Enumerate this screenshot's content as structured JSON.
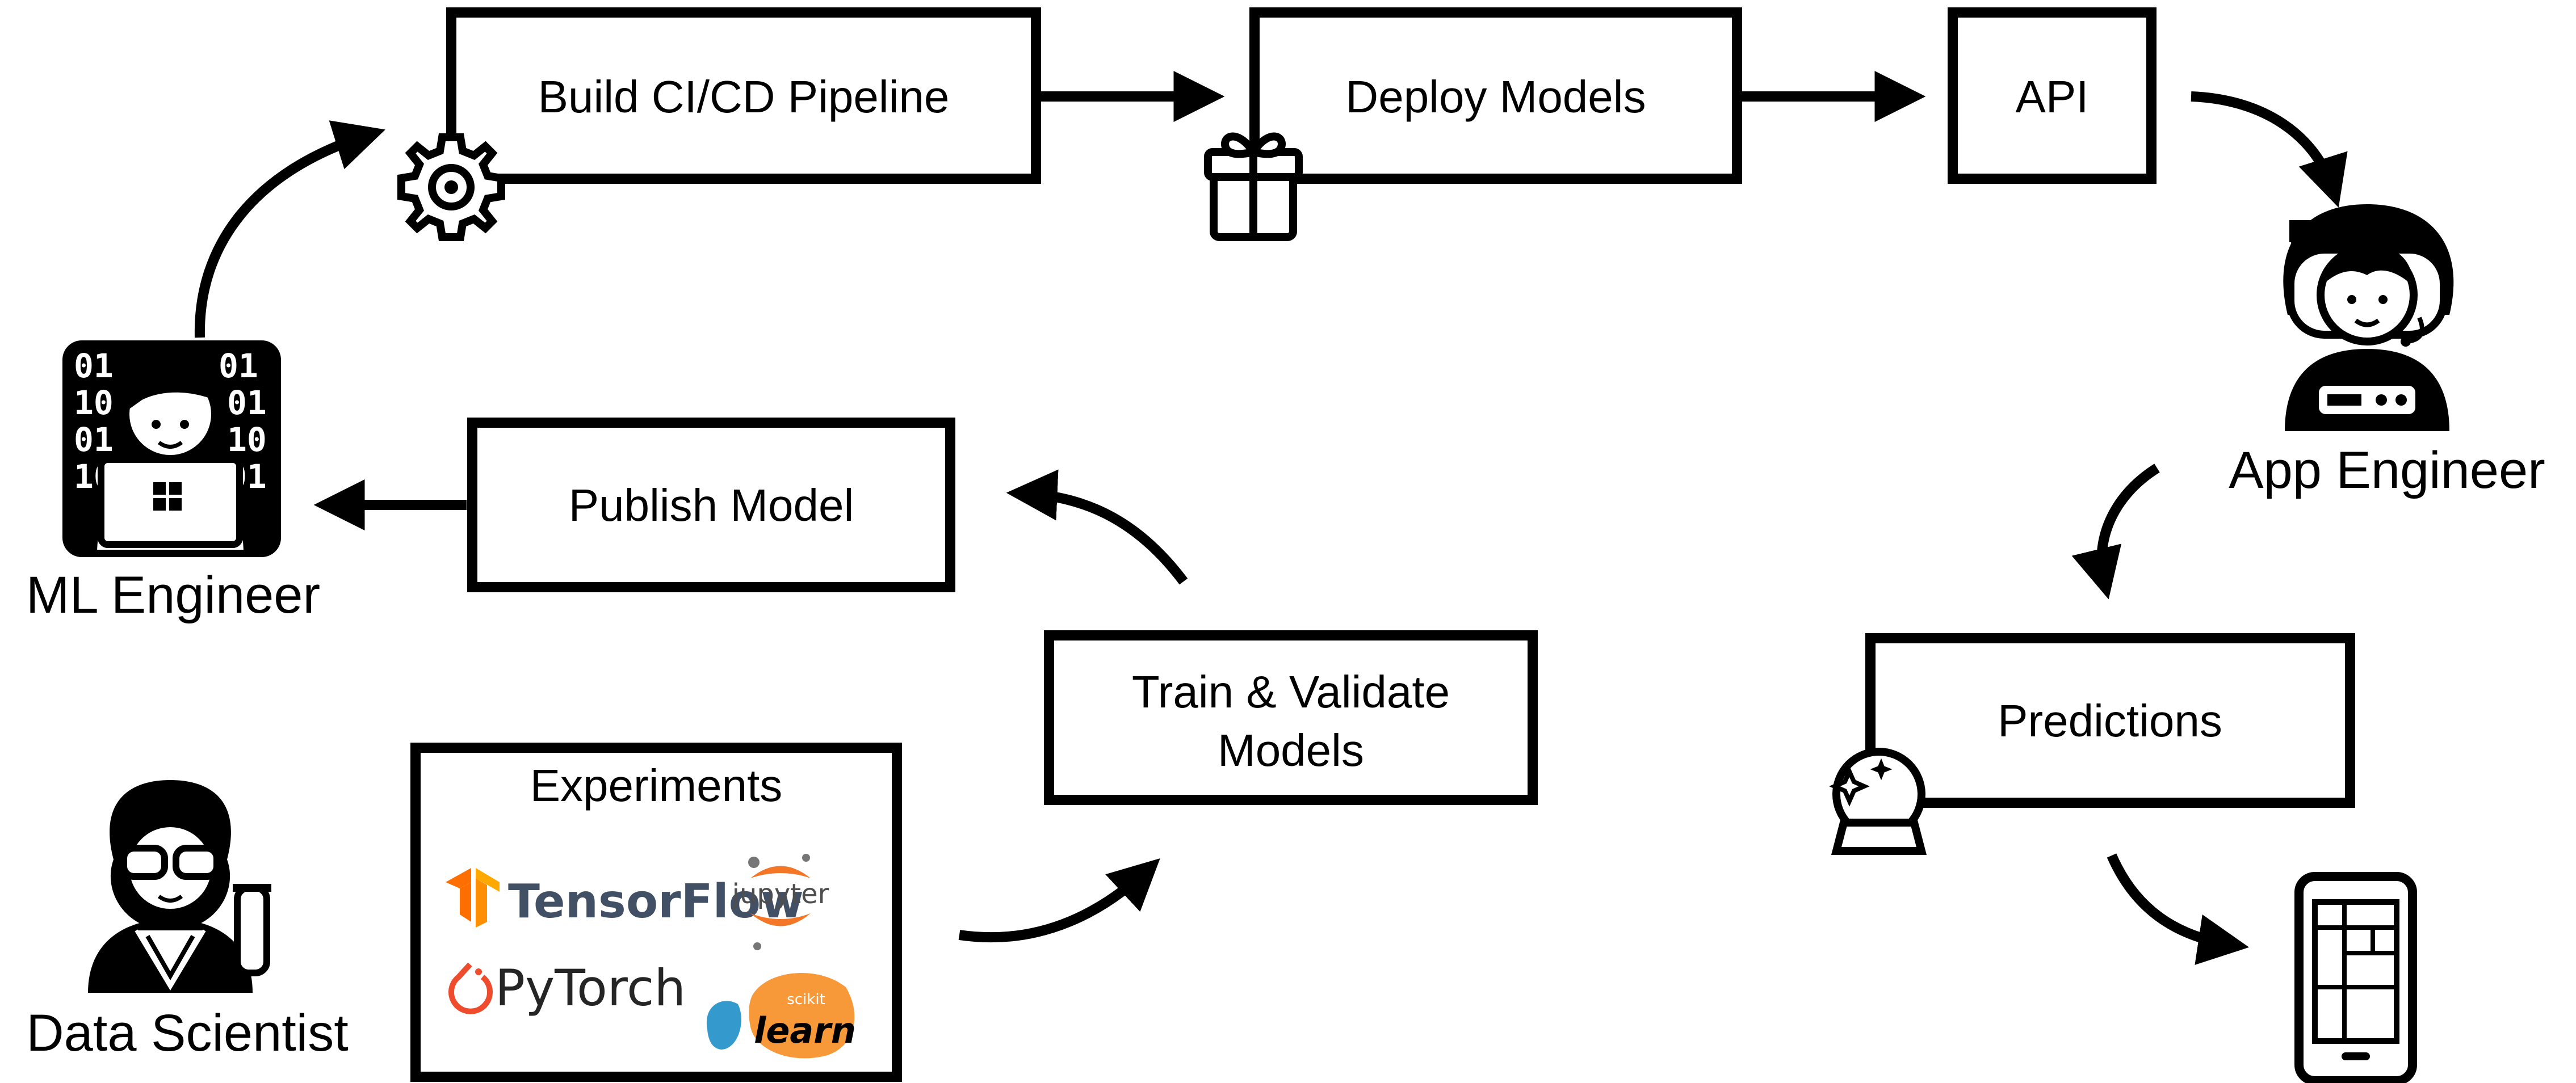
{
  "boxes": {
    "build_pipeline": "Build CI/CD Pipeline",
    "deploy_models": "Deploy Models",
    "api": "API",
    "publish_model": "Publish Model",
    "train_validate": [
      "Train & Validate",
      "Models"
    ],
    "predictions": "Predictions",
    "experiments": "Experiments"
  },
  "actors": {
    "ml_engineer": "ML Engineer",
    "app_engineer": "App Engineer",
    "data_scientist": "Data Scientist"
  },
  "frameworks": {
    "tensorflow": "TensorFlow",
    "jupyter": "jupyter",
    "pytorch": "PyTorch",
    "sklearn_small": "scikit",
    "sklearn_big": "learn"
  },
  "icons": {
    "gear": "gear-icon",
    "gift": "gift-icon",
    "crystal_ball": "crystal-ball-icon",
    "phone": "mobile-phone-icon"
  },
  "colors": {
    "stroke": "#000000",
    "tensorflow": "#FF6F00",
    "tensorflow_text": "#425066",
    "pytorch": "#EE4C2C",
    "jupyter": "#F37726",
    "sklearn_orange": "#F89939",
    "sklearn_blue": "#3499CD"
  }
}
